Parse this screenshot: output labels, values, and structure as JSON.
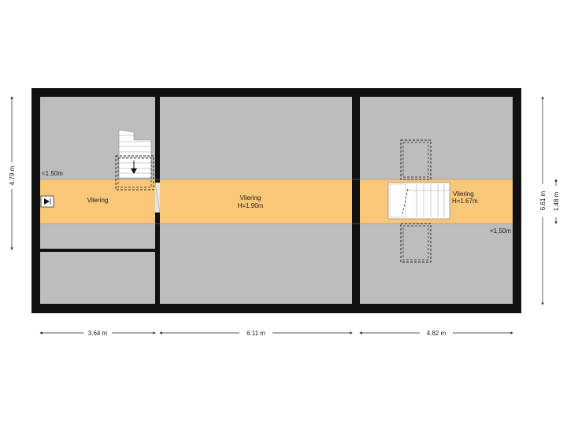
{
  "rooms": {
    "left_loft": {
      "label": "Vliering"
    },
    "center_loft": {
      "label": "Vliering",
      "height": "H=1.90m"
    },
    "right_loft": {
      "label": "Vliering",
      "height": "H=1.67m"
    }
  },
  "annotations": {
    "left_low_height": "<1.50m",
    "right_low_height": "<1,50m"
  },
  "dimensions": {
    "bottom_left": "3.64 m",
    "bottom_center": "6.11 m",
    "bottom_right": "4.82 m",
    "left_height": "4.79 m",
    "right_total": "6.61 m",
    "right_band": "1.48 m"
  },
  "colors": {
    "wall": "#111111",
    "floor": "#bdbdbd",
    "band": "#f9c778",
    "stair": "#ffffff"
  },
  "icons": {
    "stair_arrow": "arrow-down-icon",
    "hatch": "roof-hatch-icon"
  }
}
